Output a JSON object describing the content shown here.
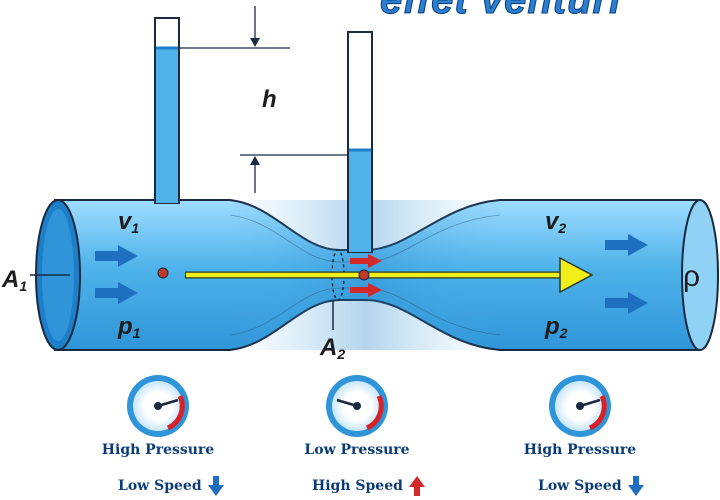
{
  "title": "effet venturi",
  "labels": {
    "h": "h",
    "v1": "v",
    "v1_sub": "1",
    "v2": "v",
    "v2_sub": "2",
    "p1": "p",
    "p1_sub": "1",
    "p2": "p",
    "p2_sub": "2",
    "A1": "A",
    "A1_sub": "1",
    "A2": "A",
    "A2_sub": "2",
    "rho": "ρ"
  },
  "gauges": [
    {
      "pressure": "High Pressure",
      "speed": "Low Speed",
      "speed_direction": "down",
      "level": "high"
    },
    {
      "pressure": "Low Pressure",
      "speed": "High Speed",
      "speed_direction": "up",
      "level": "low"
    },
    {
      "pressure": "High Pressure",
      "speed": "Low Speed",
      "speed_direction": "down",
      "level": "high"
    }
  ],
  "colors": {
    "water": "#4fb3ea",
    "water_dark": "#1d7fc9",
    "arrow_blue": "#1f6fc0",
    "arrow_red": "#d22a2a",
    "flow_arrow": "#f2ee1a",
    "gauge_red": "#d6222a",
    "text_dark_blue": "#0b3c78"
  }
}
